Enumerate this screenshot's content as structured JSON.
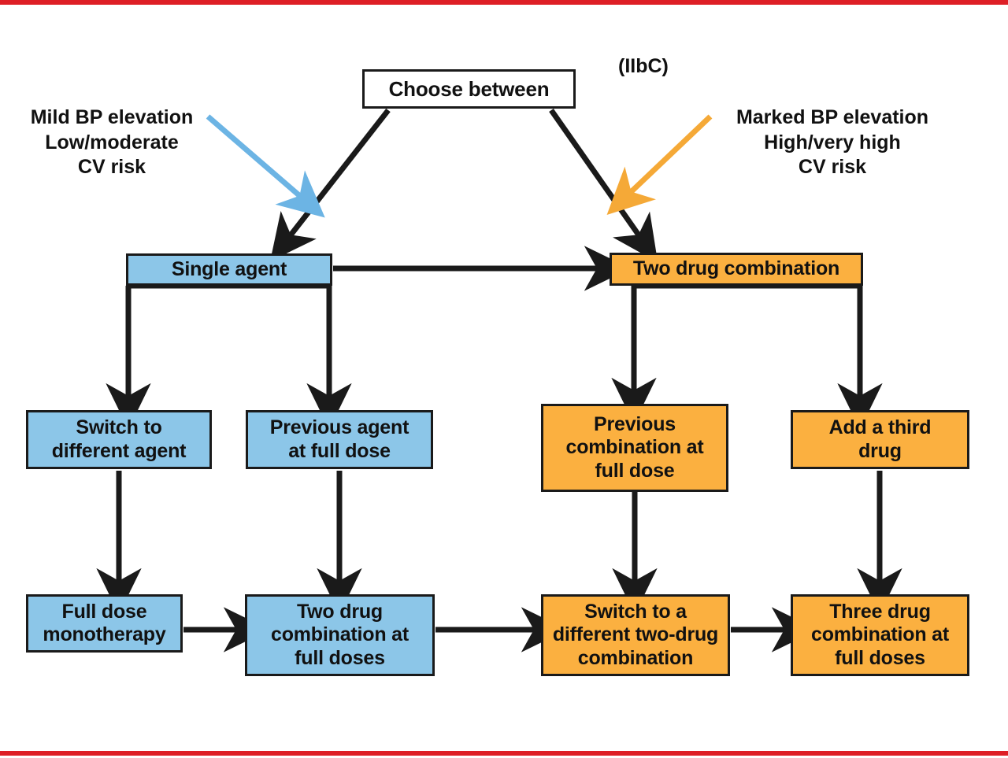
{
  "figure": {
    "type": "flowchart",
    "title_tag": "(IIbC)",
    "palette": {
      "blue_fill": "#8cc6e8",
      "orange_fill": "#fbb040",
      "white_fill": "#ffffff",
      "border": "#1a1a1a",
      "rule_red": "#de1f26",
      "blue_arrow": "#6cb4e4",
      "orange_arrow": "#f5a937"
    }
  },
  "root": {
    "label": "Choose between"
  },
  "annotations": {
    "left": {
      "text": "Mild BP elevation\nLow/moderate\nCV risk",
      "arrow_color": "#6cb4e4"
    },
    "right": {
      "text": "Marked BP elevation\nHigh/very high\nCV risk",
      "arrow_color": "#f5a937"
    }
  },
  "branches": {
    "blue": {
      "entry": "Single agent",
      "step_a": "Switch to\ndifferent agent",
      "step_b": "Previous agent\nat full dose",
      "outcome_a": "Full dose\nmonotherapy",
      "outcome_b": "Two drug\ncombination at\nfull doses"
    },
    "orange": {
      "entry": "Two drug combination",
      "step_a": "Previous\ncombination at\nfull dose",
      "step_b": "Add a third\ndrug",
      "outcome_a": "Switch to a\ndifferent two-drug\ncombination",
      "outcome_b": "Three drug\ncombination at\nfull doses"
    }
  }
}
